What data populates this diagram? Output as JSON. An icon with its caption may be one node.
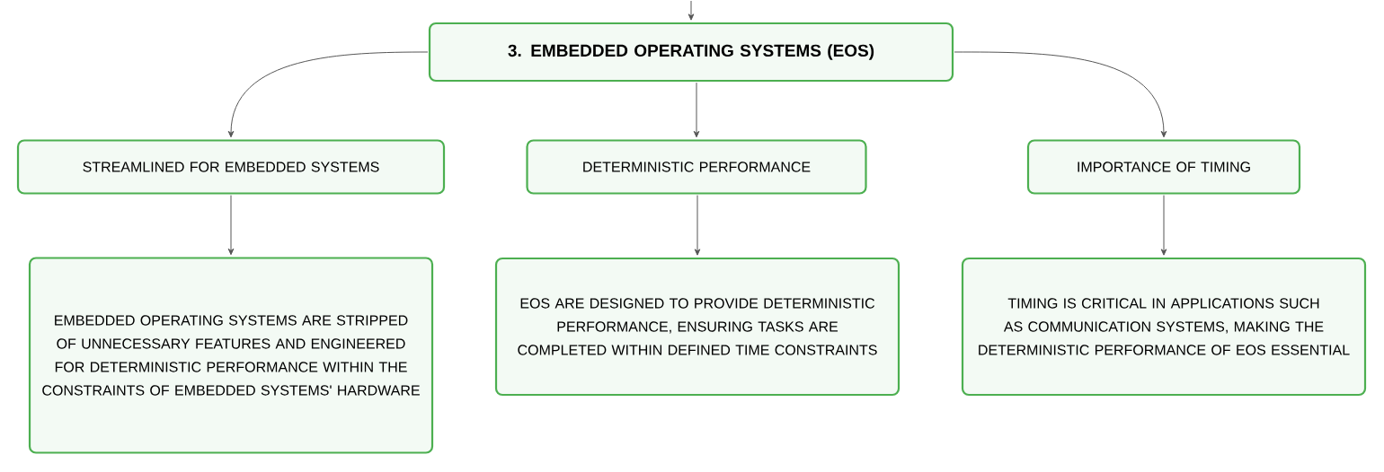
{
  "diagram": {
    "nodes": [
      {
        "text": [
          "3. EMBEDDED OPERATING SYSTEMS (EOS)"
        ]
      },
      {
        "text": [
          "STREAMLINED FOR EMBEDDED SYSTEMS"
        ]
      },
      {
        "text": [
          "DETERMINISTIC PERFORMANCE"
        ]
      },
      {
        "text": [
          "IMPORTANCE OF TIMING"
        ]
      },
      {
        "text": [
          "EMBEDDED OPERATING SYSTEMS ARE STRIPPED OF UNNECESSARY FEATURES AND ENGINEERED FOR DETERMINISTIC PERFORMANCE WITHIN THE CONSTRAINTS OF EMBEDDED SYSTEMS' HARDWARE"
        ]
      },
      {
        "text": [
          "EOS ARE DESIGNED TO PROVIDE DETERMINISTIC PERFORMANCE, ENSURING TASKS ARE COMPLETED WITHIN DEFINED TIME CONSTRAINTS"
        ]
      },
      {
        "text": [
          "TIMING IS CRITICAL IN APPLICATIONS SUCH AS COMMUNICATION SYSTEMS, MAKING THE DETERMINISTIC PERFORMANCE OF EOS ESSENTIAL"
        ]
      }
    ],
    "edges": [
      {
        "from": null,
        "to": 0,
        "arrow": "to"
      },
      {
        "from": 0,
        "to": 1,
        "arrow": "to"
      },
      {
        "from": 0,
        "to": 2,
        "arrow": "to"
      },
      {
        "from": 0,
        "to": 3,
        "arrow": "to"
      },
      {
        "from": 1,
        "to": 4,
        "arrow": "to"
      },
      {
        "from": 2,
        "to": 5,
        "arrow": "to"
      },
      {
        "from": 3,
        "to": 6,
        "arrow": "to"
      }
    ]
  }
}
